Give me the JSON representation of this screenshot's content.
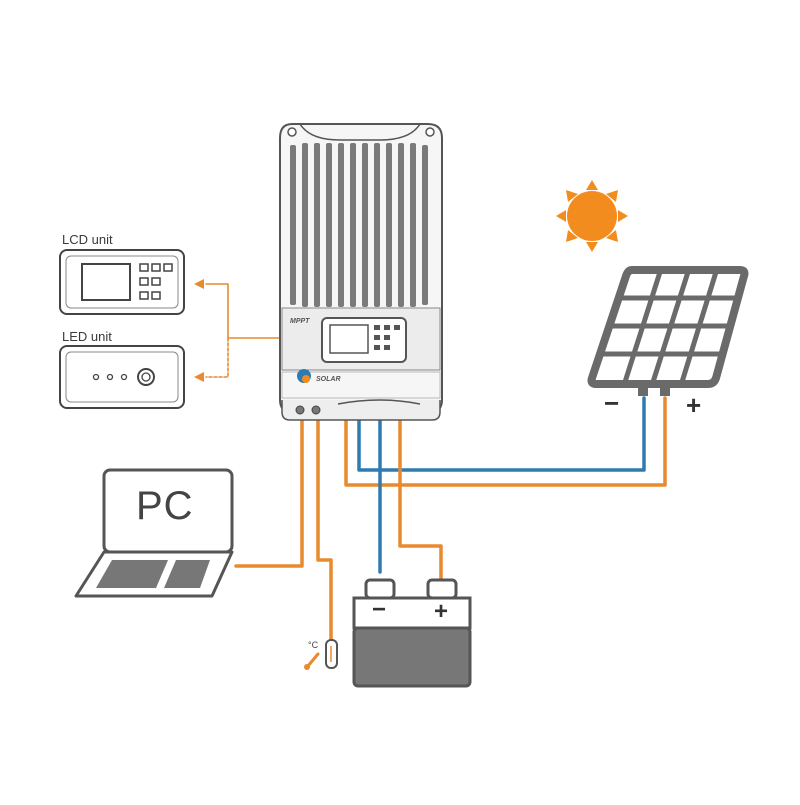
{
  "labels": {
    "lcd_unit": "LCD unit",
    "led_unit": "LED unit",
    "pc": "PC",
    "panel_minus": "−",
    "panel_plus": "+",
    "battery_minus": "−",
    "battery_plus": "+",
    "controller_mppt": "MPPT",
    "controller_brand": "SOLAR",
    "temp_unit": "°C"
  },
  "colors": {
    "orange_wire": "#e88a2e",
    "blue_wire": "#2e7bb0",
    "sun": "#f28c1e",
    "device_outline": "#555555",
    "device_fill": "#777777"
  },
  "icons": {
    "sun": "sun-icon",
    "solar_panel": "solar-panel-icon",
    "battery": "battery-icon",
    "laptop": "laptop-icon",
    "temperature_sensor": "temperature-sensor-icon",
    "charge_controller": "charge-controller-icon"
  }
}
